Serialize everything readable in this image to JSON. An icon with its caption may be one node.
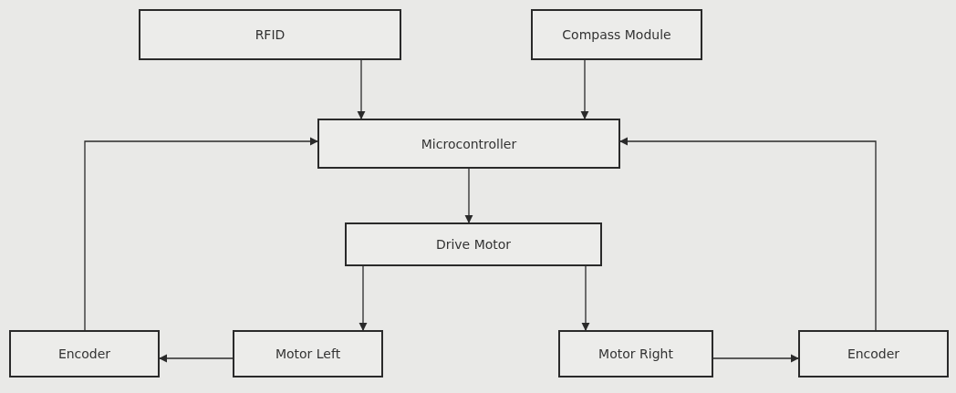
{
  "diagram": {
    "nodes": [
      {
        "text": [
          "RFID"
        ]
      },
      {
        "text": [
          "Compass Module"
        ]
      },
      {
        "text": [
          "Microcontroller"
        ]
      },
      {
        "text": [
          "Drive Motor"
        ]
      },
      {
        "text": [
          "Encoder"
        ]
      },
      {
        "text": [
          "Motor Left"
        ]
      },
      {
        "text": [
          "Motor Right"
        ]
      },
      {
        "text": [
          "Encoder"
        ]
      }
    ],
    "edges": [
      {
        "from": 0,
        "to": 2,
        "arrow": "to"
      },
      {
        "from": 1,
        "to": 2,
        "arrow": "to"
      },
      {
        "from": 2,
        "to": 3,
        "arrow": "to"
      },
      {
        "from": 3,
        "to": 5,
        "arrow": "to"
      },
      {
        "from": 3,
        "to": 6,
        "arrow": "to"
      },
      {
        "from": 5,
        "to": 4,
        "arrow": "to"
      },
      {
        "from": 6,
        "to": 7,
        "arrow": "to"
      },
      {
        "from": 4,
        "to": 2,
        "arrow": "to"
      },
      {
        "from": 7,
        "to": 2,
        "arrow": "to"
      }
    ]
  }
}
